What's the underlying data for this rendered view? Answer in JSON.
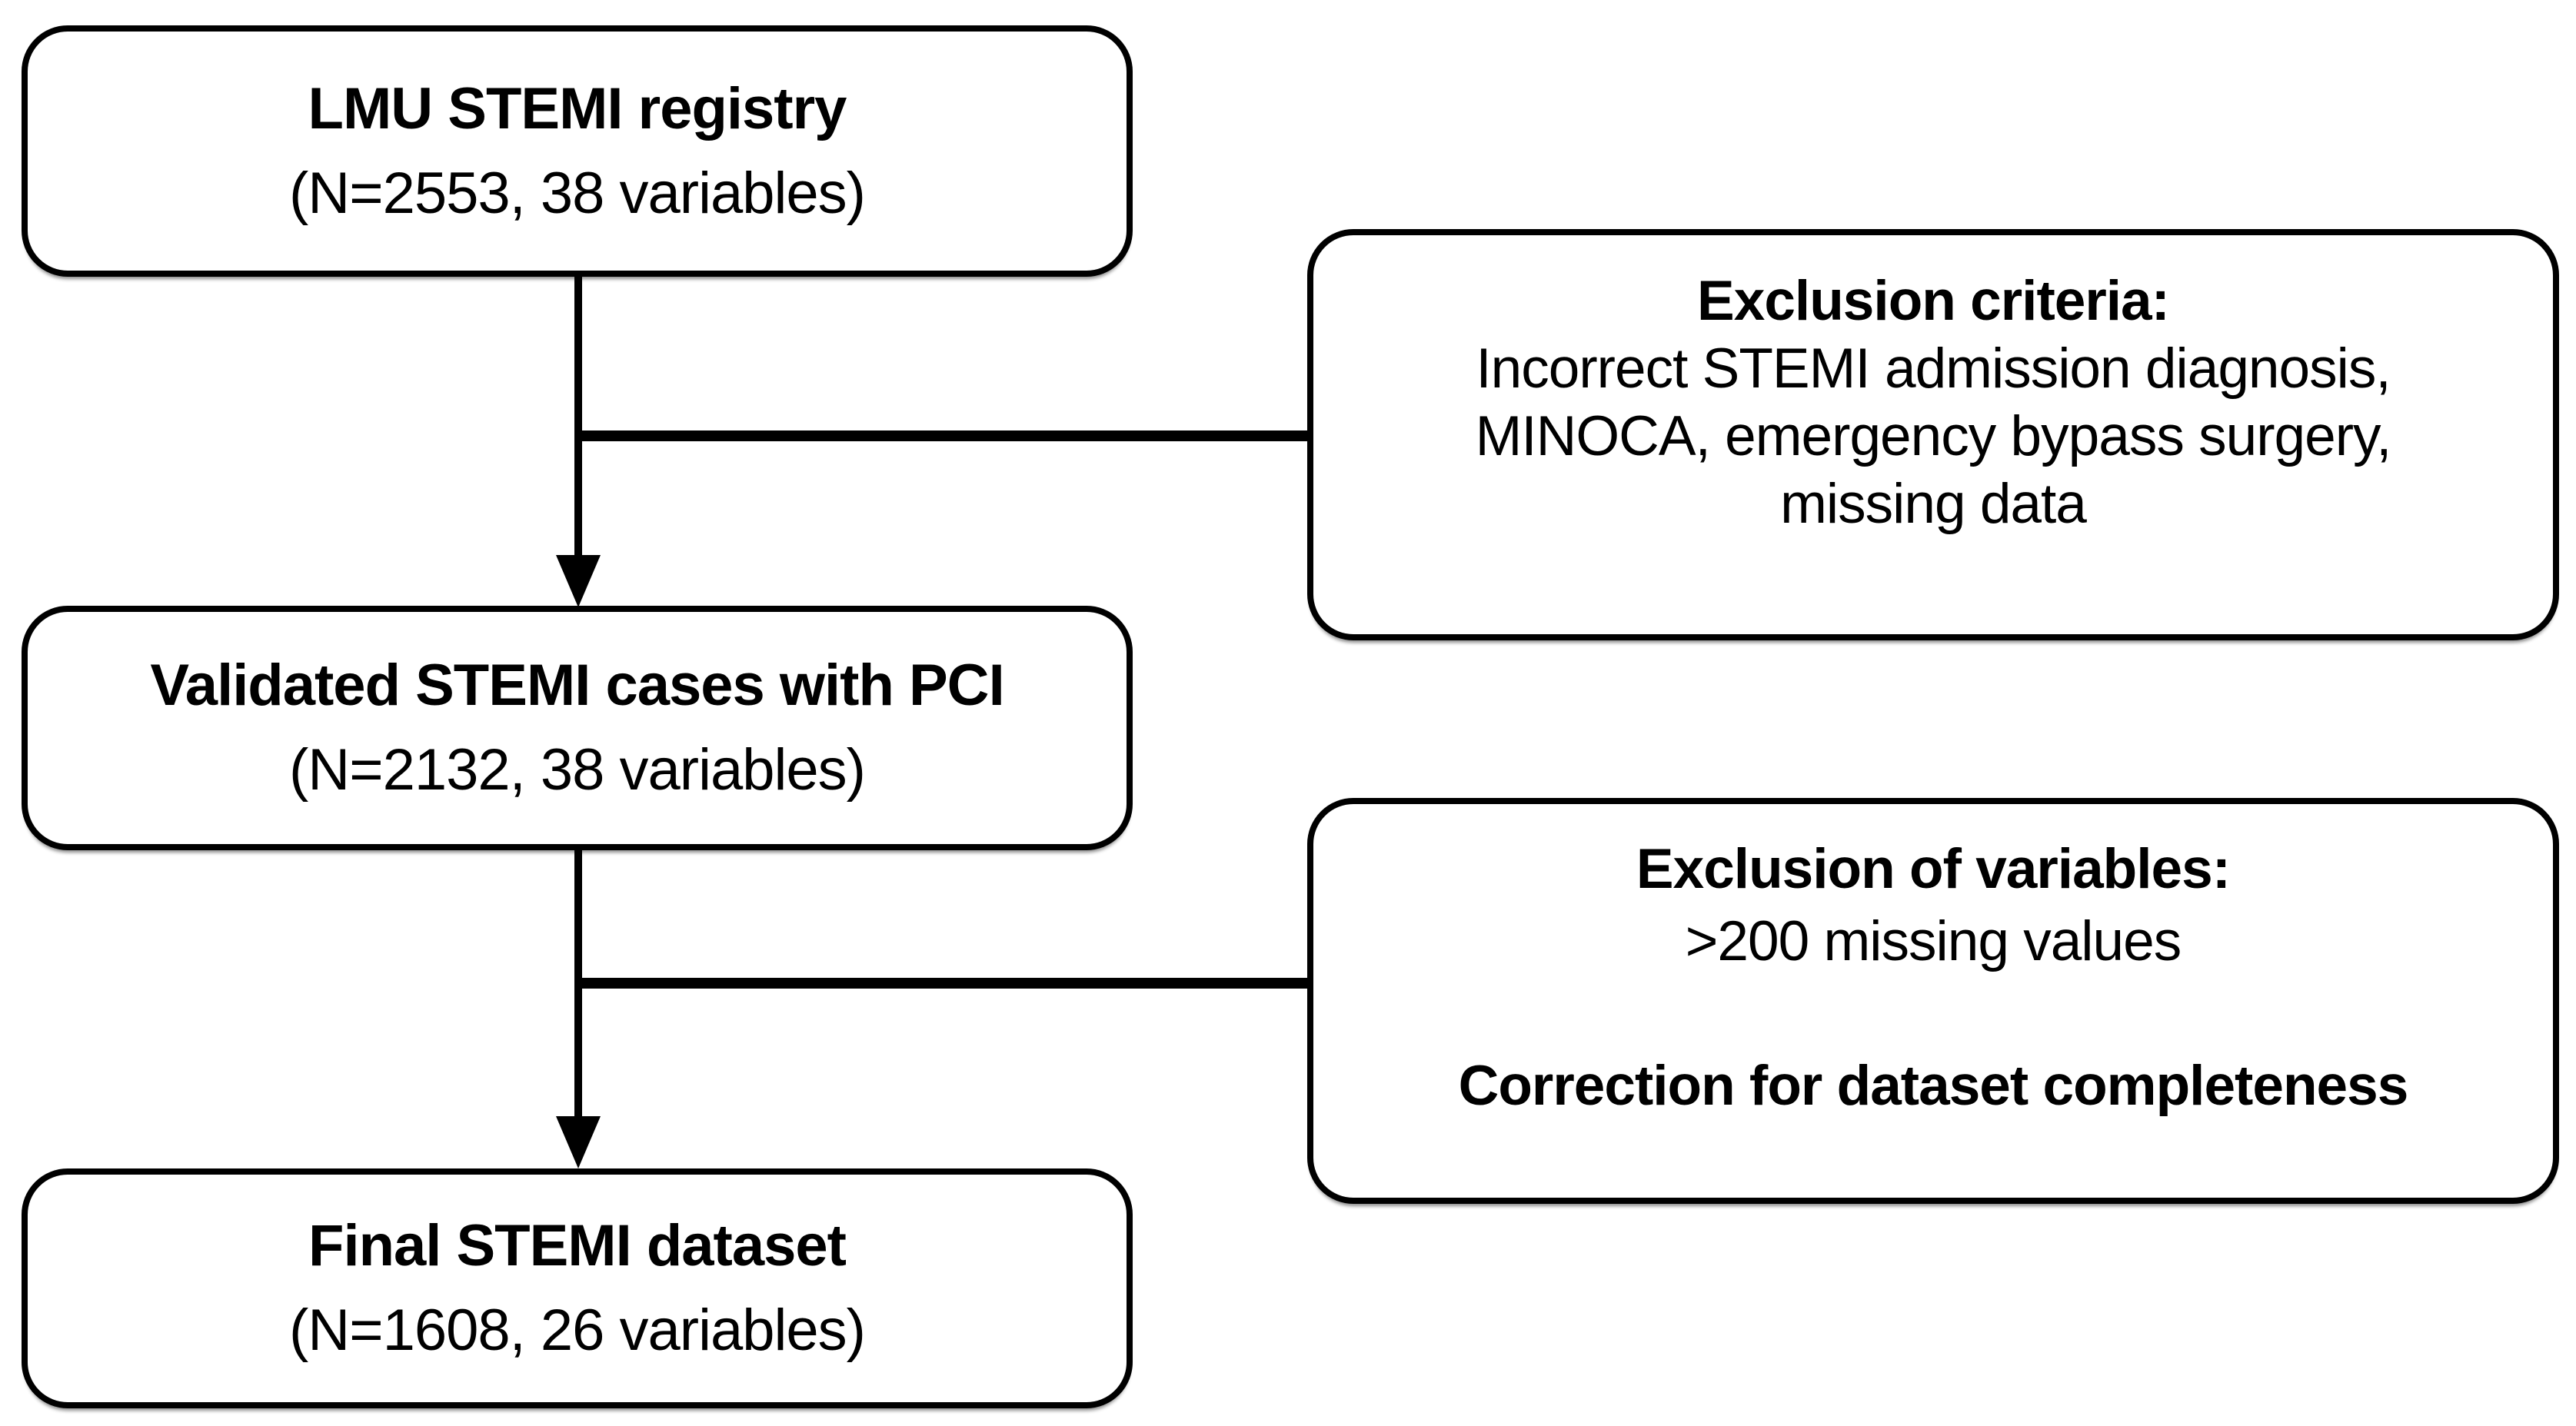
{
  "diagram": {
    "colors": {
      "background": "#ffffff",
      "box_fill": "#ffffff",
      "border": "#000000",
      "text": "#000000"
    },
    "flow_boxes": [
      {
        "title": "LMU STEMI registry",
        "subtitle": "(N=2553, 38 variables)"
      },
      {
        "title": "Validated STEMI cases with PCI",
        "subtitle": "(N=2132, 38 variables)"
      },
      {
        "title": "Final STEMI dataset",
        "subtitle": "(N=1608, 26 variables)"
      }
    ],
    "side_boxes": [
      {
        "title": "Exclusion criteria:",
        "lines": [
          "Incorrect STEMI admission diagnosis,",
          "MINOCA, emergency bypass surgery,",
          "missing data"
        ]
      },
      {
        "title": "Exclusion of variables:",
        "lines": [
          ">200 missing values"
        ],
        "footer": "Correction for dataset completeness"
      }
    ]
  }
}
